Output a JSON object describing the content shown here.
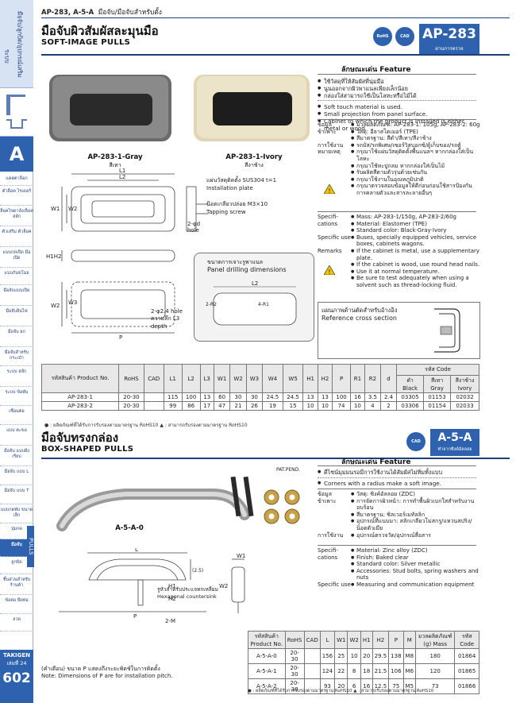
{
  "sidebar": {
    "top_vertical_1": "ระบบ",
    "top_vertical_2": "มือจับ/ลูกบิด/อุปกรณ์เสริม",
    "section_letter": "A",
    "items": [
      "แคตตาล็อก",
      "ตัวล็อค ไรเดอร์",
      "ล็อคไขดาล์ง/ล็อคสลัก",
      "ตัวเสริม ตัวล็อค",
      "แบบกดเปิด มือเปิด",
      "แบบกันขโมย",
      "มือจับแบบเปิด",
      "มือจับอินไฟ",
      "มือจับ ยก",
      "มือจับสำหรับ กระเป๋า",
      "ระบบ สลัก",
      "ระบบ ข้อพับ",
      "เชื่อมต่อ",
      "แบบ ตะขอ",
      "มือจับ แบบฝังเรียบ",
      "มือจับ แบบ L",
      "มือจับ แบบ T",
      "แบบกดพับ ขนาดเล็ก",
      "ปุ่มกด",
      "มือจับ",
      "ลูกบิด",
      "ชิ้นส่วนสำหรับ ร้านค้า",
      "ข้อต่อ ยึดท่อ",
      "ลวด"
    ],
    "active_item": "มือจับ",
    "tab_label": "PULLS",
    "brand": "TAKIGEN",
    "edition": "เล่มที่ 24",
    "page_number": "602"
  },
  "header": {
    "codes": "AP-283, A-5-A",
    "subtitle": "มือจับ/มือจับสำหรับตั้ง"
  },
  "section1": {
    "title_th": "มือจับผิวสัมผัสละมุนมือ",
    "title_en": "SOFT-IMAGE  PULLS",
    "badge_rohs": "RoHS",
    "badge_cad": "CAD",
    "code": "AP-283",
    "code_sub": "ผ่านการตรวจ",
    "feature_head": "ลักษณะเด่น  Feature",
    "features_th": [
      "ใช้วัสดุที่ให้สัมผัสที่นุ่มมือ",
      "นูนออกจากผิวพาแนลเพียงเล็กน้อย",
      "กล่องใส่สามารถใช้เป็นโลหะหรือไม้ได้"
    ],
    "features_en": [
      "Soft touch material is used.",
      "Small projection from panel surface.",
      "Cabinet to which the product is installed is either metal or wood."
    ],
    "spec_th": [
      {
        "key": "ข้อมูล",
        "val": [
          "มวลผลิตภัณฑ์: AP-283-1: 105g, AP-283-2: 60g"
        ]
      },
      {
        "key": "ข้าเพาะ",
        "val": [
          "วัสดุ: อีลาสโตเมอร์ (TPE)",
          "สีมาตรฐาน: สีดำ/สีเทา/สีงาช้าง"
        ]
      },
      {
        "key": "การใช้งาน",
        "val": [
          "รถบัส/รถพิเศษ/เซอร์วิสบอกซ์/ตู้เก็บของ/รถตู้"
        ]
      },
      {
        "key": "หมายเหตุ",
        "val": [
          "กรุณาใช้แผ่นวัสดุติดตั้งพื้นแนลฯ หากกล่องใส่เป็นโลหะ",
          "กรุณาใช้ทะปูกลม หากกล่องใส่เป็นไม้",
          "รับผลิตสีตามตัวรุ่นด้วยเช่นกัน",
          "กรุณาใช้งานในอุณหภูมิปกติ",
          "กรุณาตรวจสอบข้อมูลให้ดีก่อนก่อนใช้สารป้องกันการคลายตัวและสารละลายอื่นๆ"
        ]
      }
    ],
    "spec_en": [
      {
        "key": "Specifi-cations",
        "val": [
          "Mass: AP-283-1/150g, AP-283-2/60g",
          "Material: Elastomer (TPE)",
          "Standard color: Black·Gray·Ivory"
        ]
      },
      {
        "key": "Specific use",
        "val": [
          "Buses, specially equipped vehicles, service boxes, cabinets wagons."
        ]
      },
      {
        "key": "Remarks",
        "val": [
          "If the cabinet is metal, use a supplementary plate.",
          "If the cabinet is wood, use round head nails.",
          "Use it at normal temperature.",
          "Be sure to test adequately when using a solvent such as thread-locking fluid."
        ]
      }
    ],
    "img_gray_caption": "AP-283-1-Gray",
    "img_gray_sub": "สีเทา",
    "img_ivory_caption": "AP-283-1-Ivory",
    "img_ivory_sub": "สีงาช้าง",
    "drawing": {
      "installation_th": "แผ่นวัสดุติดตั้ง SUS304 t=1",
      "installation_en": "Installation plate",
      "screw_th": "น๊อตเกลียวปล่อย M3×10",
      "screw_en": "Tapping screw",
      "hole_lbl": "2-φd",
      "hole_en": "hole",
      "hole2_lbl": "2-φ2.4 hole",
      "depth_th": "ความลึก L3",
      "depth_en": "depth",
      "panel_th": "ขนาดการเจาะรูพาแนล",
      "panel_en": "Panel drilling dimensions",
      "ref_th": "แผนภาพด้านตัดสำหรับอ้างอิง",
      "ref_en": "Reference cross section"
    },
    "table_header": [
      "รหัสสินค้า Product No.",
      "RoHS",
      "CAD",
      "L1",
      "L2",
      "L3",
      "W1",
      "W2",
      "W3",
      "W4",
      "W5",
      "H1",
      "H2",
      "P",
      "R1",
      "R2",
      "d"
    ],
    "table_code_head": "รหัส Code",
    "table_code_cols": [
      [
        "ดำ",
        "Black"
      ],
      [
        "สีเทา",
        "Gray"
      ],
      [
        "สีงาช้าง",
        "Ivory"
      ]
    ],
    "rows": [
      [
        "AP-283-1",
        "20-30",
        "",
        "115",
        "100",
        "13",
        "60",
        "30",
        "30",
        "24.5",
        "24.5",
        "13",
        "13",
        "100",
        "16",
        "3.5",
        "2.4",
        "03305",
        "01153",
        "02032"
      ],
      [
        "AP-283-2",
        "20-30",
        "",
        "99",
        "86",
        "17",
        "47",
        "21",
        "26",
        "19",
        "15",
        "10",
        "10",
        "74",
        "10",
        "4",
        "2",
        "03306",
        "01154",
        "02033"
      ]
    ],
    "note": "● : ผลิตภัณฑ์ที่ได้รับการรับรองตามมาตรฐาน RoHS10   ▲ : สามารถรับรองตามมาตรฐาน RoHS10"
  },
  "section2": {
    "title_th": "มือจับทรงกล่อง",
    "title_en": "BOX-SHAPED  PULLS",
    "badge_cad": "CAD",
    "code": "A-5-A",
    "code_sub": "ทำจากซิงค์อัลลอย",
    "patpend": "PAT.PEND.",
    "img_caption": "A-5-A-0",
    "feature_head": "ลักษณะเด่น  Feature",
    "features_th": [
      "ดีไซน์มุมมนรอมีการใช้งานได้สัมผัสไม่ทิ่มทั้งแบบ"
    ],
    "features_en": [
      "Corners with a radius make a soft image."
    ],
    "spec_th": [
      {
        "key": "ข้อมูล",
        "val": [
          "วัสดุ: ซิงค์อัลลอย (ZDC)"
        ]
      },
      {
        "key": "ข้าเพาะ",
        "val": [
          "การจัดการผิวหน้า: การทำพื้นผิวเบกใสสำหรับงานอบร้อน",
          "สีมาตรฐาน: ซิลเวอร์เมทัลลิก",
          "อุปกรณ์ที่แนบมา: สลักเกลียวโม่สกรู/แหวนสปริง/น็อตตัวเมีย"
        ]
      },
      {
        "key": "การใช้งาน",
        "val": [
          "อุปกรณ์ตรวจวัด/อุปกรณ์สื่อสาร"
        ]
      }
    ],
    "spec_en": [
      {
        "key": "Specifi-cations",
        "val": [
          "Material: Zinc alloy (ZDC)",
          "Finish: Baked clear",
          "Standard color: Silver metallic",
          "Accessories: Stud bolts, spring washers and nuts"
        ]
      },
      {
        "key": "Specific use",
        "val": [
          "Measuring and communication equipment"
        ]
      }
    ],
    "drawing": {
      "hex_th": "รูหัวสำหรับประแจหกเหลี่ยม",
      "hex_en": "Hexagonal countersink",
      "m_lbl": "2-M"
    },
    "table_header": [
      "รหัสสินค้า Product No.",
      "RoHS",
      "CAD",
      "L",
      "W1",
      "W2",
      "H1",
      "H2",
      "P",
      "M",
      "มวลผลิตภัณฑ์ (g) Mass",
      "รหัส Code"
    ],
    "rows": [
      [
        "A-5-A-0",
        "20-30",
        "",
        "156",
        "25",
        "10",
        "20",
        "29.5",
        "138",
        "M8",
        "180",
        "01864"
      ],
      [
        "A-5-A-1",
        "20-30",
        "",
        "124",
        "22",
        "8",
        "18",
        "21.5",
        "106",
        "M6",
        "120",
        "01865"
      ],
      [
        "A-5-A-2",
        "20-30",
        "",
        "93",
        "20",
        "6",
        "16",
        "12.5",
        "75",
        "M5",
        "73",
        "01866"
      ]
    ],
    "note": "● : ผลิตภัณฑ์ที่ได้รับการรับรองตามมาตรฐาน RoHS10   ▲ : สามารถรับรองตามมาตรฐาน RoHS10"
  },
  "footer": {
    "note_th": "(คำเตือน) ขนาด P แสดงถึงระยะพิตช์ในการติดตั้ง",
    "note_en": "Note: Dimensions of P are for installation pitch."
  }
}
